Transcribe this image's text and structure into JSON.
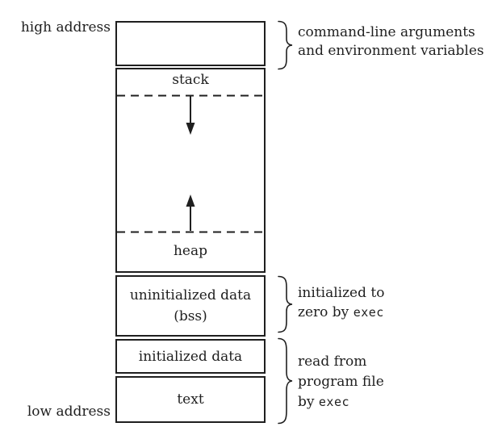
{
  "diagram": {
    "side_labels": {
      "high_address": "high address",
      "low_address": "low address"
    },
    "segments": {
      "stack": "stack",
      "heap": "heap",
      "uninitialized_line1": "uninitialized data",
      "uninitialized_line2": "(bss)",
      "initialized": "initialized data",
      "text": "text"
    },
    "annotations": {
      "cmdline": {
        "line1": "command-line arguments",
        "line2": "and environment variables"
      },
      "bss": {
        "line1": "initialized to",
        "line2_prefix": "zero by ",
        "line2_code": "exec"
      },
      "program": {
        "line1": "read from",
        "line2": "program file",
        "line3_prefix": "by ",
        "line3_code": "exec"
      }
    },
    "colors": {
      "ink": "#1f1f1f",
      "background": "#ffffff"
    }
  }
}
